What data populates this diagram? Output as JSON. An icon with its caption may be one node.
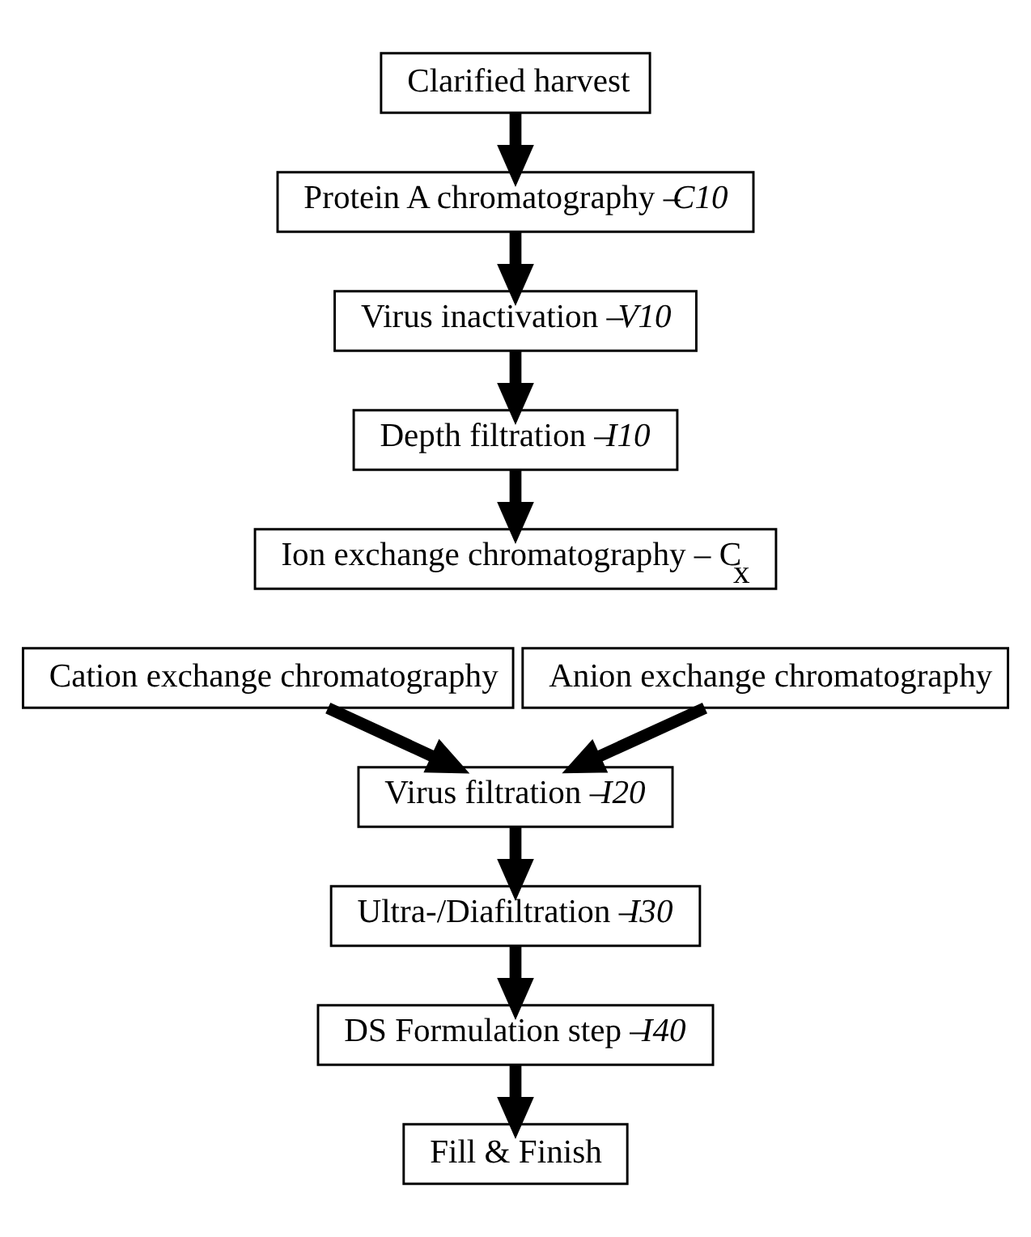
{
  "diagram": {
    "nodes": [
      {
        "text": [
          "Clarified harvest"
        ]
      },
      {
        "text": [
          "Protein A chromatography –*C10*"
        ]
      },
      {
        "text": [
          "Virus inactivation –*V10*"
        ]
      },
      {
        "text": [
          "Depth filtration –*I10*"
        ]
      },
      {
        "text": [
          "Ion exchange chromatography – C$_{x}$"
        ]
      },
      {
        "text": [
          "Cation exchange chromatography"
        ]
      },
      {
        "text": [
          "Anion exchange chromatography"
        ]
      },
      {
        "text": [
          "Virus filtration –*I20*"
        ]
      },
      {
        "text": [
          "Ultra-/Diafiltration –*I30*"
        ]
      },
      {
        "text": [
          "DS Formulation step –*I40*"
        ]
      },
      {
        "text": [
          "Fill & Finish"
        ]
      }
    ],
    "edges": [
      {
        "from": 0,
        "to": 1,
        "arrow": "to"
      },
      {
        "from": 1,
        "to": 2,
        "arrow": "to"
      },
      {
        "from": 2,
        "to": 3,
        "arrow": "to"
      },
      {
        "from": 3,
        "to": 4,
        "arrow": "to"
      },
      {
        "from": 5,
        "to": 7,
        "arrow": "to"
      },
      {
        "from": 6,
        "to": 7,
        "arrow": "to"
      },
      {
        "from": 7,
        "to": 8,
        "arrow": "to"
      },
      {
        "from": 8,
        "to": 9,
        "arrow": "to"
      },
      {
        "from": 9,
        "to": 10,
        "arrow": "to"
      }
    ]
  }
}
